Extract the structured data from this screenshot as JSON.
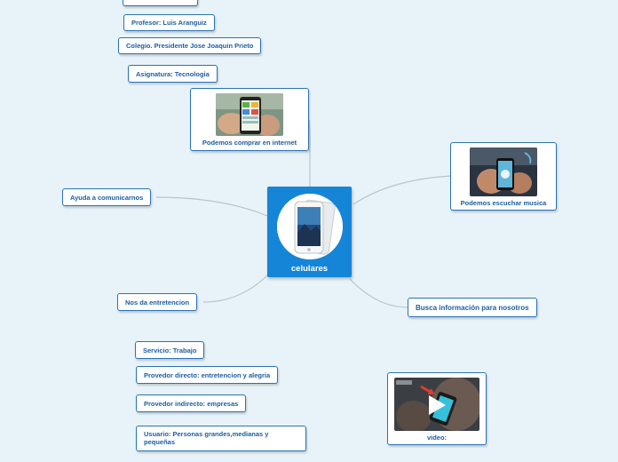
{
  "central_topic": "celulares",
  "nodes": {
    "profesor": "Profesor: Luis Aranguiz",
    "colegio": "Colegio. Presidente Jose Joaquin Prieto",
    "asignatura": "Asignatura: Tecnologia",
    "comprar": "Podemos comprar en internet",
    "escuchar": "Podemos escuchar musica",
    "comunicarnos": "Ayuda a comunicarnos",
    "entretencion": "Nos da entretencion",
    "busca": "Busca información para nosotros",
    "servicio": "Servicio: Trabajo",
    "provedor_directo": "Provedor  directo: entretencion y alegria",
    "provedor_indirecto": "Provedor indirecto: empresas",
    "usuario": "Usuario: Personas grandes,medianas y pequeñas",
    "video": "video:"
  },
  "colors": {
    "background": "#e7f3f8",
    "central_fill": "#1585d8",
    "node_border": "#2a72b8",
    "node_text": "#1b5ea5",
    "connector": "#b9c3cc"
  },
  "icons": {
    "video_play": "play-icon"
  }
}
